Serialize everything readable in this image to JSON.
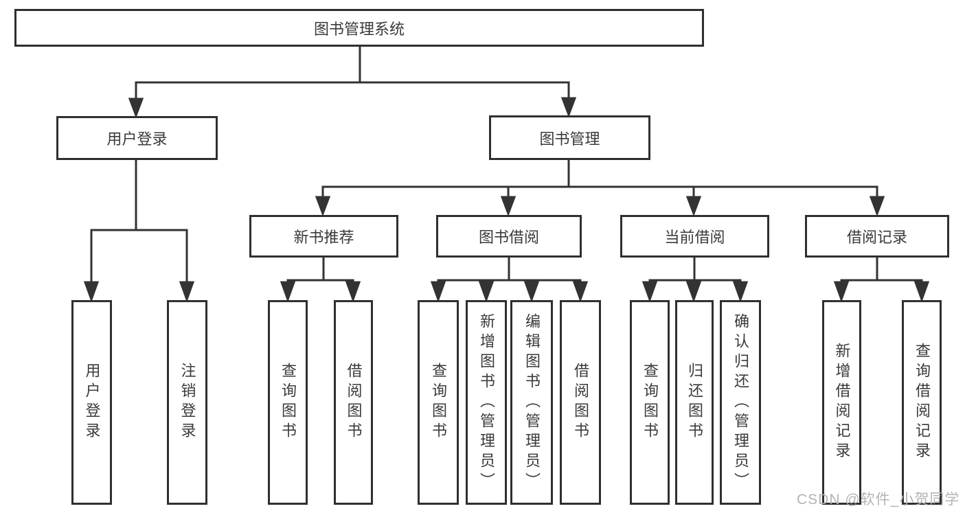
{
  "diagram": {
    "root": "图书管理系统",
    "level2": [
      "用户登录",
      "图书管理"
    ],
    "level3": [
      "新书推荐",
      "图书借阅",
      "当前借阅",
      "借阅记录"
    ],
    "leaves_user_login": [
      "用户登录",
      "注销登录"
    ],
    "leaves_new_books": [
      "查询图书",
      "借阅图书"
    ],
    "leaves_book_borrow": [
      "查询图书",
      "新增图书（管理员）",
      "编辑图书（管理员）",
      "借阅图书"
    ],
    "leaves_current_borrow": [
      "查询图书",
      "归还图书",
      "确认归还（管理员）"
    ],
    "leaves_borrow_records": [
      "新增借阅记录",
      "查询借阅记录"
    ]
  },
  "watermark": "CSDN @软件_小贺同学",
  "colors": {
    "line": "#333333",
    "box_border": "#2f2f2f",
    "text": "#3a3a3a",
    "watermark": "#b3b3b3",
    "background": "#ffffff"
  }
}
